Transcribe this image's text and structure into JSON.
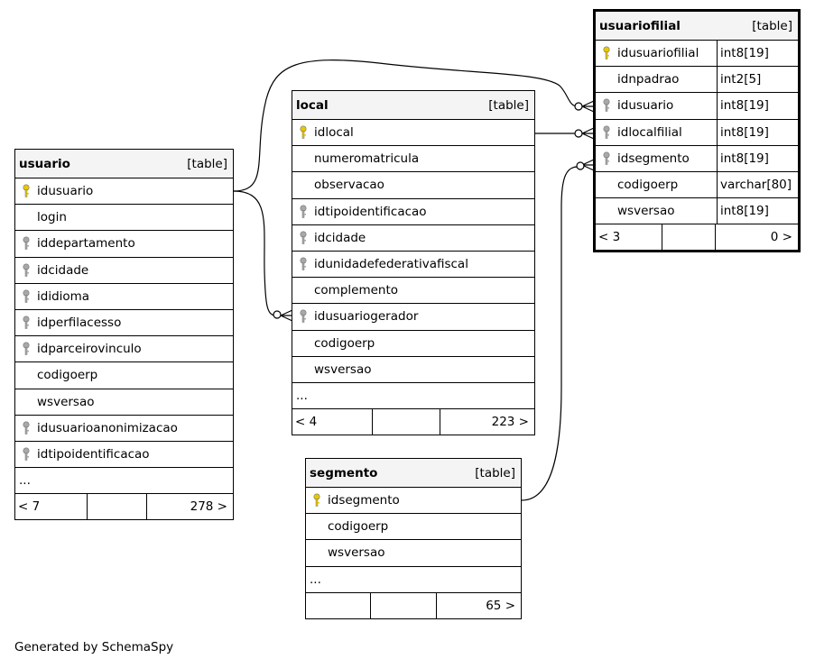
{
  "tables": {
    "usuario": {
      "name": "usuario",
      "type_label": "[table]",
      "columns": [
        {
          "name": "idusuario",
          "key": "primary"
        },
        {
          "name": "login",
          "key": "none"
        },
        {
          "name": "iddepartamento",
          "key": "foreign"
        },
        {
          "name": "idcidade",
          "key": "foreign"
        },
        {
          "name": "ididioma",
          "key": "foreign"
        },
        {
          "name": "idperfilacesso",
          "key": "foreign"
        },
        {
          "name": "idparceirovinculo",
          "key": "foreign"
        },
        {
          "name": "codigoerp",
          "key": "none"
        },
        {
          "name": "wsversao",
          "key": "none"
        },
        {
          "name": "idusuarioanonimizacao",
          "key": "foreign"
        },
        {
          "name": "idtipoidentificacao",
          "key": "foreign"
        }
      ],
      "more": "...",
      "footer": {
        "left": "< 7",
        "right": "278  >"
      }
    },
    "local": {
      "name": "local",
      "type_label": "[table]",
      "columns": [
        {
          "name": "idlocal",
          "key": "primary"
        },
        {
          "name": "numeromatricula",
          "key": "none"
        },
        {
          "name": "observacao",
          "key": "none"
        },
        {
          "name": "idtipoidentificacao",
          "key": "foreign"
        },
        {
          "name": "idcidade",
          "key": "foreign"
        },
        {
          "name": "idunidadefederativafiscal",
          "key": "foreign"
        },
        {
          "name": "complemento",
          "key": "none"
        },
        {
          "name": "idusuariogerador",
          "key": "foreign"
        },
        {
          "name": "codigoerp",
          "key": "none"
        },
        {
          "name": "wsversao",
          "key": "none"
        }
      ],
      "more": "...",
      "footer": {
        "left": "< 4",
        "right": "223  >"
      }
    },
    "segmento": {
      "name": "segmento",
      "type_label": "[table]",
      "columns": [
        {
          "name": "idsegmento",
          "key": "primary"
        },
        {
          "name": "codigoerp",
          "key": "none"
        },
        {
          "name": "wsversao",
          "key": "none"
        }
      ],
      "more": "...",
      "footer": {
        "left": "",
        "right": "65  >"
      }
    },
    "usuariofilial": {
      "name": "usuariofilial",
      "type_label": "[table]",
      "columns": [
        {
          "name": "idusuariofilial",
          "key": "primary",
          "type": "int8[19]"
        },
        {
          "name": "idnpadrao",
          "key": "none",
          "type": "int2[5]"
        },
        {
          "name": "idusuario",
          "key": "foreign",
          "type": "int8[19]"
        },
        {
          "name": "idlocalfilial",
          "key": "foreign",
          "type": "int8[19]"
        },
        {
          "name": "idsegmento",
          "key": "foreign",
          "type": "int8[19]"
        },
        {
          "name": "codigoerp",
          "key": "none",
          "type": "varchar[80]"
        },
        {
          "name": "wsversao",
          "key": "none",
          "type": "int8[19]"
        }
      ],
      "footer": {
        "left": "< 3",
        "right": "0  >"
      }
    }
  },
  "colors": {
    "primary_key": "#e8c800",
    "foreign_key": "#a8a8a8",
    "header_bg": "#f4f4f4"
  },
  "generated_by": "Generated by SchemaSpy"
}
